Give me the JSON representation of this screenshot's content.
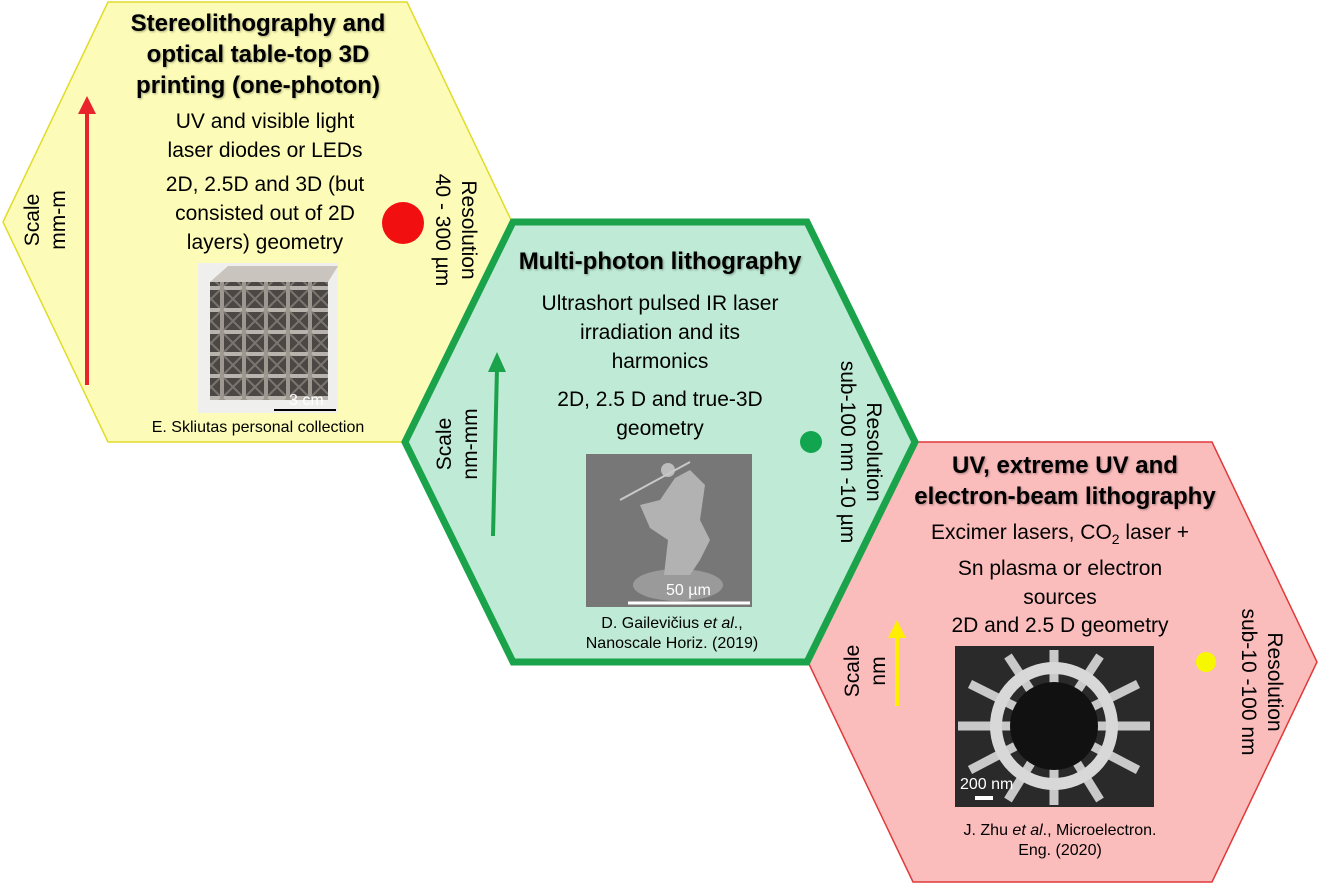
{
  "colors": {
    "hex1_fill": "#fcfcb8",
    "hex1_stroke": "#e0dc2a",
    "hex2_fill": "#bfead5",
    "hex2_stroke": "#1aa34a",
    "hex3_fill": "#fbbcbc",
    "hex3_stroke": "#e03a3a",
    "arrow_red": "#e8232b",
    "arrow_green": "#1aa34a",
    "arrow_yellow": "#ffee00",
    "dot_red": "#f20f0f",
    "dot_green": "#12a550",
    "dot_yellow": "#f7f700"
  },
  "hex1": {
    "title_l1": "Stereolithography and",
    "title_l2": "optical table-top 3D",
    "title_l3": "printing (one-photon)",
    "source_l1": "UV and visible light",
    "source_l2": "laser diodes or LEDs",
    "geom_l1": "2D, 2.5D and 3D (but",
    "geom_l2": "consisted  out of 2D",
    "geom_l3": "layers) geometry",
    "scale_l1": "Scale",
    "scale_l2": "mm-m",
    "res_l1": "Resolution",
    "res_l2": "40 - 300 µm",
    "image_scalebar": "3 cm",
    "credit": "E. Skliutas personal collection"
  },
  "hex2": {
    "title": "Multi-photon lithography",
    "source_l1": "Ultrashort pulsed IR laser",
    "source_l2": "irradiation and its",
    "source_l3": "harmonics",
    "geom_l1": "2D, 2.5 D and true-3D",
    "geom_l2": "geometry",
    "scale_l1": "Scale",
    "scale_l2": "nm-mm",
    "res_l1": "Resolution",
    "res_l2": "sub-100 nm -10 µm",
    "image_scalebar": "50 µm",
    "credit_author": "D. Gailevičius ",
    "credit_etal": "et al",
    "credit_tail": ".,",
    "credit_l2": "Nanoscale Horiz. (2019)"
  },
  "hex3": {
    "title_l1": "UV, extreme UV and",
    "title_l2": "electron-beam lithography",
    "source_l1a": "Excimer lasers, CO",
    "source_sub": "2",
    "source_l1b": " laser +",
    "source_l2": "Sn plasma or electron",
    "source_l3": "sources",
    "geom": "2D and 2.5 D geometry",
    "scale_l1": "Scale",
    "scale_l2": "nm",
    "res_l1": "Resolution",
    "res_l2": "sub-10 -100 nm",
    "image_scalebar": "200 nm",
    "credit_author": "J. Zhu ",
    "credit_etal": "et al",
    "credit_tail": "., Microelectron.",
    "credit_l2": "Eng. (2020)"
  }
}
